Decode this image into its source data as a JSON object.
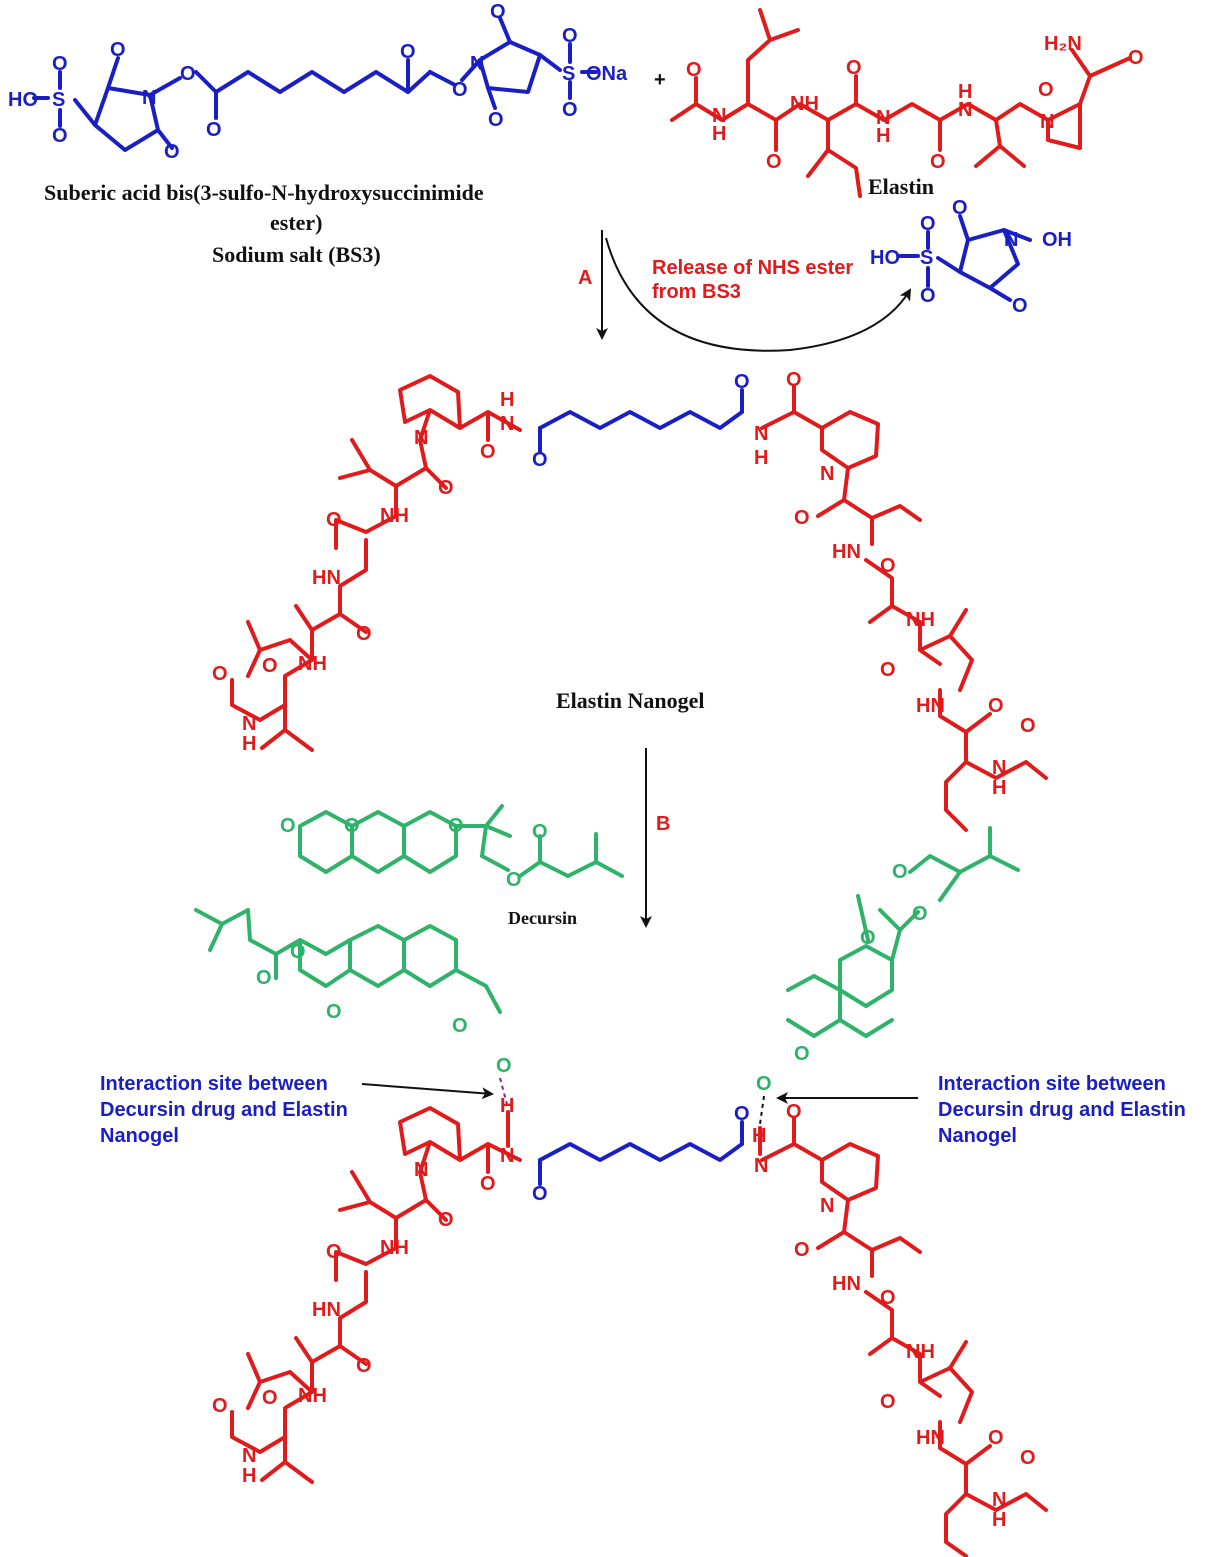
{
  "reagents": {
    "bs3_name_line1": "Suberic acid bis(3-sulfo-N-hydroxysuccinimide",
    "bs3_name_line2": "ester)",
    "bs3_name_line3": "Sodium salt (BS3)",
    "elastin_label": "Elastin",
    "plus_sign": "+"
  },
  "steps": {
    "step_a": "A",
    "step_b": "B",
    "release_line1": "Release of NHS ester",
    "release_line2": "from BS3"
  },
  "product": {
    "nanogel_label": "Elastin Nanogel",
    "decursin_label": "Decursin"
  },
  "annotations": {
    "left_line1": "Interaction site between",
    "left_line2": "Decursin drug and Elastin",
    "left_line3": "Nanogel",
    "right_line1": "Interaction site between",
    "right_line2": "Decursin drug and Elastin",
    "right_line3": "Nanogel"
  },
  "atoms": {
    "o": "O",
    "n": "N",
    "h": "H",
    "nh": "NH",
    "hn": "HN",
    "s": "S",
    "ho": "HO",
    "oh": "OH",
    "ona": "ONa",
    "h2n": "H₂N"
  },
  "colors": {
    "crosslinker": "#1a1fc4",
    "peptide": "#e01b1b",
    "drug": "#2fb26a",
    "annotation_text": "#1a1fc4",
    "arrows": "#111111"
  }
}
